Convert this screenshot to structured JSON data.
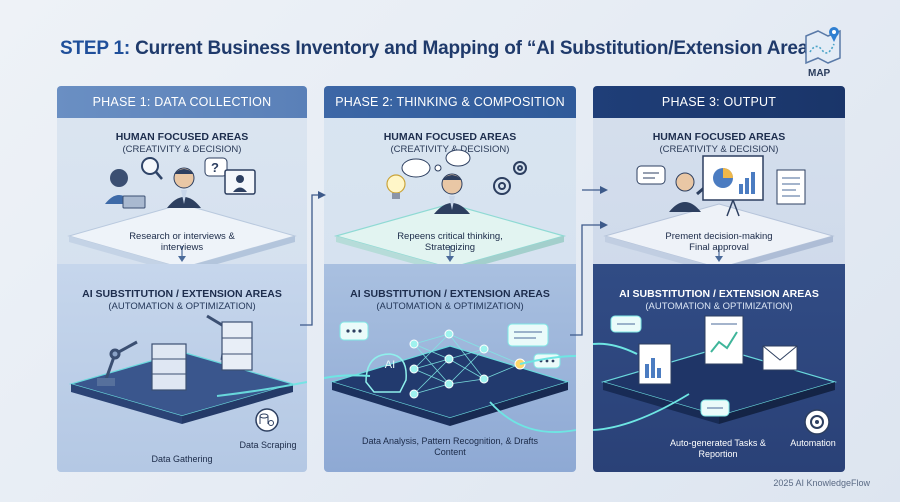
{
  "title": {
    "prefix": "STEP 1:",
    "text": "Current Business Inventory and Mapping of “AI Substitution/Extension Areas”"
  },
  "badge": {
    "label": "MAP"
  },
  "phases": [
    {
      "header": "PHASE 1: DATA COLLECTION",
      "human_title": "HUMAN FOCUSED AREAS",
      "human_sub": "(CREATIVITY & DECISION)",
      "human_caption": "Research or interviews & interviews",
      "ai_title": "AI SUBSTITUTION / EXTENSION AREAS",
      "ai_sub": "(AUTOMATION & OPTIMIZATION)",
      "ai_caption_a": "Data Gathering",
      "ai_caption_b": "Data Scraping"
    },
    {
      "header": "PHASE 2: THINKING & COMPOSITION",
      "human_title": "HUMAN FOCUSED AREAS",
      "human_sub": "(CREATIVITY & DECISION)",
      "human_caption": "Repeens critical thinking, Strategizing",
      "ai_title": "AI SUBSTITUTION / EXTENSION AREAS",
      "ai_sub": "(AUTOMATION & OPTIMIZATION)",
      "ai_caption_a": "Data Analysis, Pattern Recognition, & Drafts Content",
      "ai_badge": "AI"
    },
    {
      "header": "PHASE 3: OUTPUT",
      "human_title": "HUMAN FOCUSED AREAS",
      "human_sub": "(CREATIVITY & DECISION)",
      "human_caption": "Prement decision-making Final approval",
      "ai_title": "AI SUBSTITUTION / EXTENSION AREAS",
      "ai_sub": "(AUTOMATION & OPTIMIZATION)",
      "ai_caption_a": "Auto-generated Tasks & Reportion",
      "ai_caption_b": "Automation"
    }
  ],
  "footer": "2025 AI KnowledgeFlow",
  "colors": {
    "accent_glow": "#5ee6e0",
    "phase1_header": "#6a8fc3",
    "phase2_header": "#2f5a99",
    "phase3_header": "#1a3569"
  }
}
